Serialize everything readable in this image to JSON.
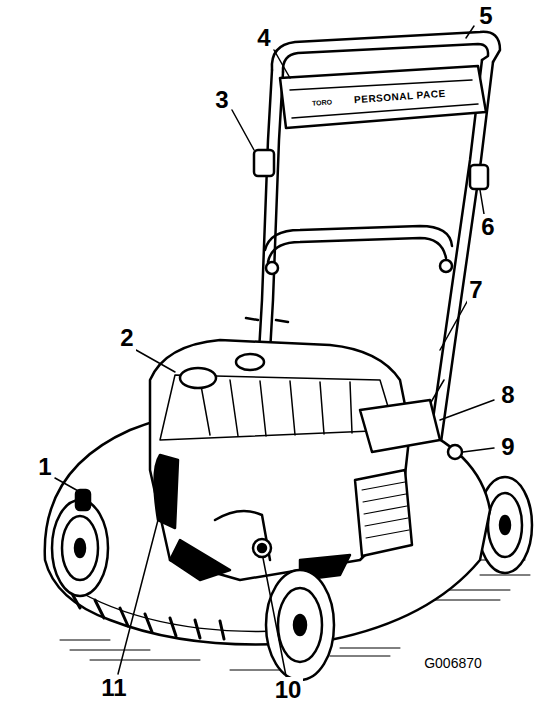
{
  "diagram": {
    "labels": [
      "1",
      "2",
      "3",
      "4",
      "5",
      "6",
      "7",
      "8",
      "9",
      "10",
      "11",
      "PERSONAL PACE",
      "TORO",
      "G006870"
    ]
  }
}
